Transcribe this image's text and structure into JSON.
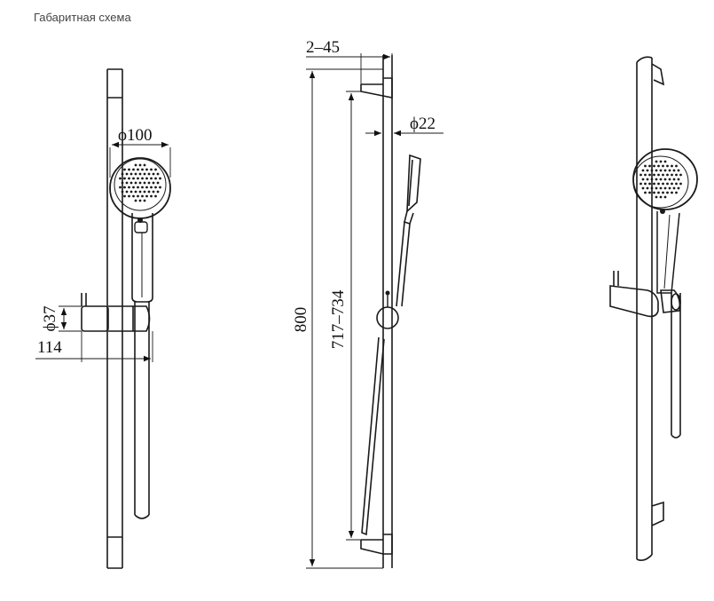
{
  "title": "Габаритная схема",
  "dimensions": {
    "head_diameter": "ϕ100",
    "holder_diameter": "ϕ37",
    "projection": "114",
    "bracket_range": "2–45",
    "bar_diameter": "ϕ22",
    "height_total": "800",
    "slider_range": "717–734"
  }
}
